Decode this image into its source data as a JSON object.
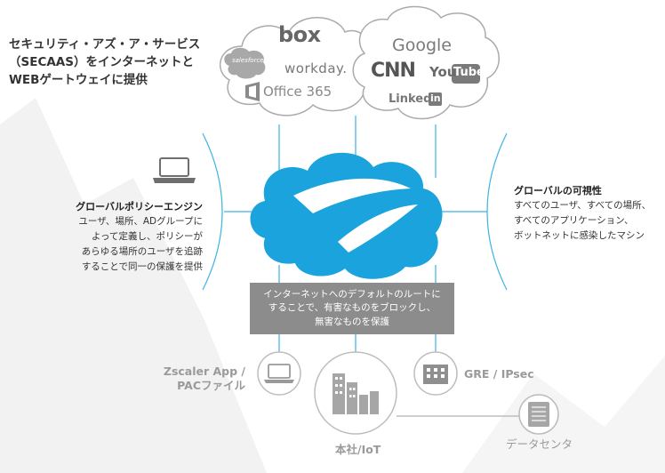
{
  "title": {
    "line1": "セキュリティ・アズ・ア・サービス",
    "line2": "（SECAAS）をインターネットと",
    "line3": "WEBゲートウェイに提供"
  },
  "cloud_left_logos": {
    "box": "box",
    "salesforce": "salesforce",
    "workday": "workday.",
    "office365": "Office 365"
  },
  "cloud_right_logos": {
    "google": "Google",
    "cnn": "CNN",
    "youtube_you": "You",
    "youtube_tube": "Tube",
    "linkedin_text": "Linked",
    "linkedin_in": "in"
  },
  "left_section": {
    "heading": "グローバルポリシーエンジン",
    "line1": "ユーザ、場所、ADグループに",
    "line2": "よって定義し、ポリシーが",
    "line3": "あらゆる場所のユーザを追跡",
    "line4": "することで同一の保護を提供"
  },
  "right_section": {
    "heading": "グローバルの可視性",
    "line1": "すべてのユーザ、すべての場所、",
    "line2": "すべてのアプリケーション、",
    "line3": "ボットネットに感染したマシン"
  },
  "gray_box": {
    "line1": "インターネットへのデフォルトのルートに",
    "line2": "することで、有害なものをブロックし、",
    "line3": "無害なものを保護"
  },
  "bottom": {
    "zscaler_line1": "Zscaler App /",
    "zscaler_line2": "PACファイル",
    "hq": "本社/IoT",
    "gre": "GRE / IPsec",
    "datacenter": "データセンタ"
  },
  "colors": {
    "accent_blue": "#1aa3dc",
    "line_blue": "#3bb3e4",
    "gray_box": "#8c8c8c",
    "gray_text": "#9a9a9a"
  }
}
